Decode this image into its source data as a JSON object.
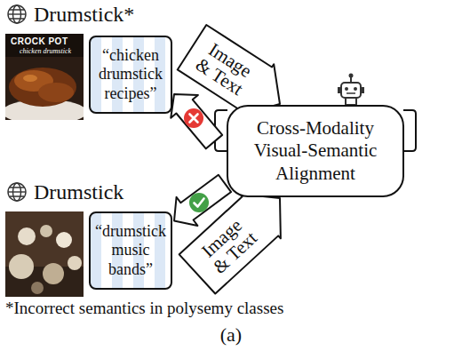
{
  "diagram": {
    "caption": "(a)",
    "nodes": [
      {
        "text": [
          "“chicken drumstick recipes”"
        ]
      },
      {
        "text": [
          "Cross-Modality Visual-Semantic Alignment"
        ]
      },
      {
        "text": [
          "“drumstick music bands”"
        ]
      }
    ],
    "edges": [
      {
        "from": 0,
        "to": 1,
        "arrow": "to",
        "label": "Image & Text"
      },
      {
        "from": 1,
        "to": 0,
        "arrow": "to"
      },
      {
        "from": 1,
        "to": 2,
        "arrow": "to"
      },
      {
        "from": 2,
        "to": 1,
        "arrow": "to",
        "label": "Image & Text"
      }
    ],
    "labels": [
      "Drumstick*",
      "CROCK POT",
      "chicken drumstick",
      "Drumstick",
      "*Incorrect semantics in polysemy classes"
    ]
  }
}
